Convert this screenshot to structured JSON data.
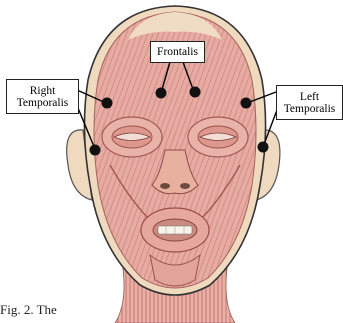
{
  "labels": {
    "frontalis": "Frontalis",
    "right_temporalis_line1": "Right",
    "right_temporalis_line2": "Temporalis",
    "left_temporalis_line1": "Left",
    "left_temporalis_line2": "Temporalis"
  },
  "caption": "Fig. 2. The ",
  "colors": {
    "muscle": "#e3a59c",
    "muscle_dark": "#b8645c",
    "skin": "#efd9bf",
    "marker": "#111111"
  }
}
